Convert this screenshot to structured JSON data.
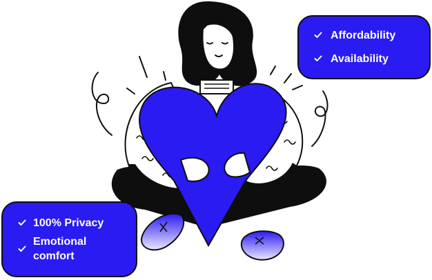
{
  "top_bubble": {
    "items": [
      {
        "label": "Affordability",
        "icon": "check-icon"
      },
      {
        "label": "Availability",
        "icon": "check-icon"
      }
    ]
  },
  "bottom_bubble": {
    "items": [
      {
        "label": "100% Privacy",
        "icon": "check-icon"
      },
      {
        "label": "Emotional comfort",
        "icon": "check-icon"
      }
    ]
  },
  "colors": {
    "accent": "#2a1bf2",
    "outline": "#0e0e0e",
    "skin": "#ffffff",
    "pants": "#0e0e0e"
  }
}
